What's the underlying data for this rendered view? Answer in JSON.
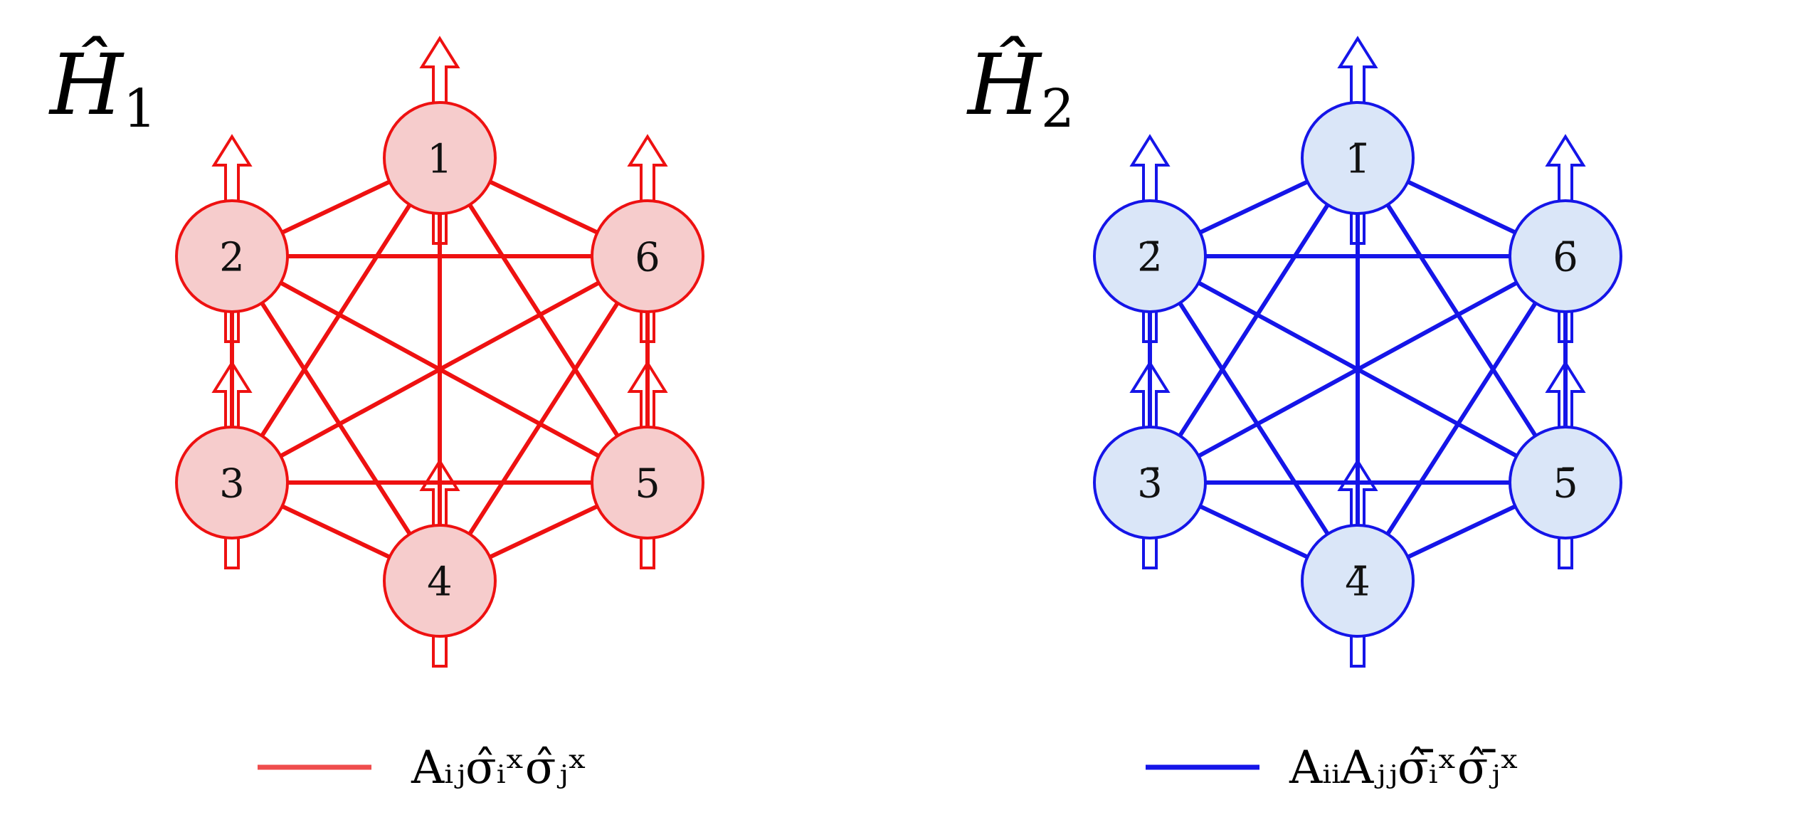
{
  "panels": [
    {
      "id": "h1",
      "hamiltonian": {
        "symbol": "Ĥ",
        "subscript": "1"
      },
      "color": "#ee1111",
      "fill": "#f6cccc",
      "nodes": [
        "1",
        "2",
        "3",
        "4",
        "5",
        "6"
      ],
      "legend": {
        "text": "Aᵢⱼσ̂ᵢˣσ̂ⱼˣ",
        "line_color": "#ef4d4d"
      }
    },
    {
      "id": "h2",
      "hamiltonian": {
        "symbol": "Ĥ",
        "subscript": "2"
      },
      "color": "#1515e8",
      "fill": "#dae6f8",
      "nodes": [
        "1̄",
        "2̄",
        "3̄",
        "4̄",
        "5̄",
        "6̄"
      ],
      "legend": {
        "text": "AᵢᵢAⱼⱼσ̂ᵢ̄ˣσ̂ⱼ̄ˣ",
        "line_color": "#1515e8"
      }
    }
  ]
}
